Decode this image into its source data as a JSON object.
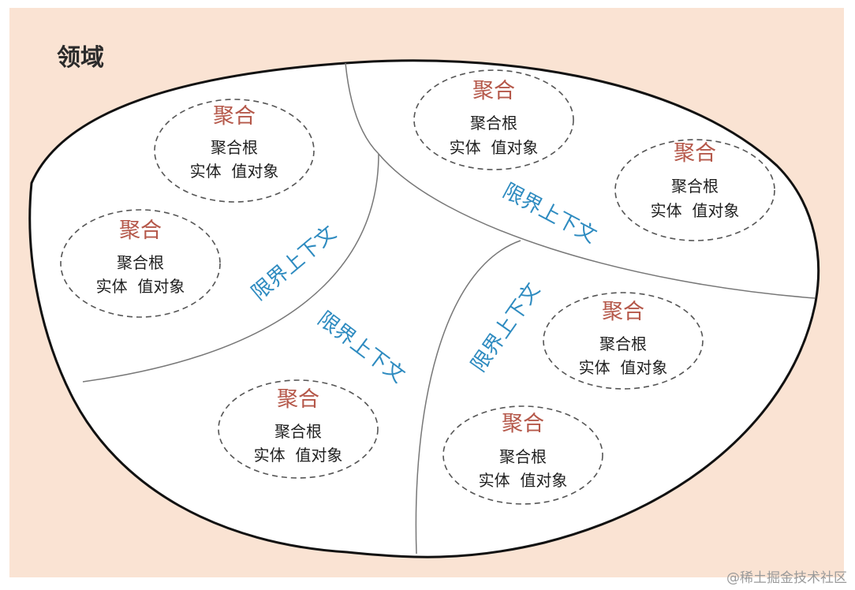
{
  "domain": {
    "label": "领域"
  },
  "aggregates": [
    {
      "title": "聚合",
      "root": "聚合根",
      "members": "实体  值对象"
    },
    {
      "title": "聚合",
      "root": "聚合根",
      "members": "实体  值对象"
    },
    {
      "title": "聚合",
      "root": "聚合根",
      "members": "实体  值对象"
    },
    {
      "title": "聚合",
      "root": "聚合根",
      "members": "实体  值对象"
    },
    {
      "title": "聚合",
      "root": "聚合根",
      "members": "实体  值对象"
    },
    {
      "title": "聚合",
      "root": "聚合根",
      "members": "实体  值对象"
    },
    {
      "title": "聚合",
      "root": "聚合根",
      "members": "实体  值对象"
    }
  ],
  "bounded_contexts": [
    {
      "label": "限界上下文"
    },
    {
      "label": "限界上下文"
    },
    {
      "label": "限界上下文"
    },
    {
      "label": "限界上下文"
    }
  ],
  "watermark": "@稀土掘金技术社区",
  "colors": {
    "background": "#fae3d3",
    "aggregate_title": "#b5584a",
    "bounded_context": "#2e8bc0",
    "outline": "#111111"
  }
}
